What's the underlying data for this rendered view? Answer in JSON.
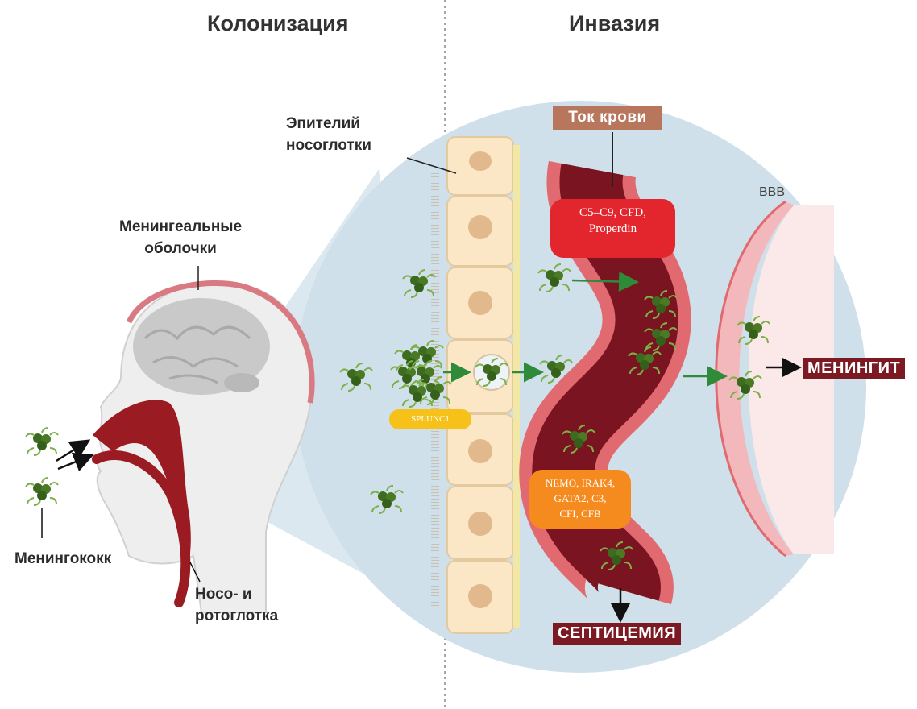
{
  "headers": {
    "colonization": "Колонизация",
    "invasion": "Инвазия"
  },
  "labels": {
    "epithelium_line1": "Эпителий",
    "epithelium_line2": "носоглотки",
    "meninges_line1": "Менингеальные",
    "meninges_line2": "оболочки",
    "meningococcus": "Менингококк",
    "pharynx_line1": "Носо- и",
    "pharynx_line2": "ротоглотка",
    "bloodstream": "Ток крови",
    "bbb": "BBB"
  },
  "boxes": {
    "complement_line1": "C5–C9, CFD,",
    "complement_line2": "Properdin",
    "splunc": "SPLUNC1",
    "genes_line1": "NEMO, IRAK4,",
    "genes_line2": "GATA2, C3,",
    "genes_line3": "CFI, CFB"
  },
  "outcomes": {
    "meningitis": "МЕНИНГИТ",
    "septicemia": "СЕПТИЦЕМИЯ"
  },
  "colors": {
    "vessel_dark": "#7a1420",
    "vessel_wall": "#e06a6f",
    "zoom_circle": "#cfe0ea",
    "cells": "#fbe6c6",
    "nucleus": "#e2b98c",
    "bacteria": "#3d6b1f",
    "arrow_green": "#2e8b3a",
    "complement_box": "#e3262e",
    "genes_box": "#f58a1f",
    "splunc_box": "#f6c21a",
    "tag_bg": "#7b1a23",
    "bloodstream_bg": "#b8775d"
  }
}
